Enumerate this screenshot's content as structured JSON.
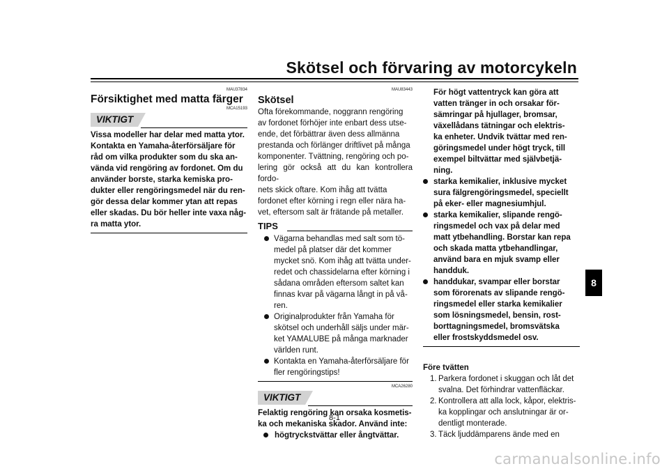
{
  "header": {
    "title": "Skötsel och förvaring av motorcykeln"
  },
  "chapter_tab": "8",
  "page_number": "8-1",
  "watermark": "carmanualsonline.info",
  "col1": {
    "code1": "MAU37834",
    "heading": "Försiktighet med matta färger",
    "code2": "MCA15193",
    "vik_label": "VIKTIGT",
    "lines": [
      "Vissa modeller har delar med matta ytor.",
      "Kontakta en Yamaha-återförsäljare för",
      "råd om vilka produkter som du ska an-",
      "vända vid rengöring av fordonet. Om du",
      "använder borste, starka kemiska pro-",
      "dukter eller rengöringsmedel när du ren-",
      "gör dessa delar kommer ytan att repas",
      "eller skadas. Du bör heller inte vaxa någ-",
      "ra matta ytor."
    ]
  },
  "col2": {
    "code1": "MAU83443",
    "heading": "Skötsel",
    "para_lines": [
      "Ofta förekommande, noggrann rengöring",
      "av fordonet förhöjer inte enbart dess utse-",
      "ende, det förbättrar även dess allmänna",
      "prestanda och förlänger driftlivet på många",
      "komponenter. Tvättning, rengöring och po-",
      "lering gör också att du kan kontrollera fordo-",
      "nets skick oftare. Kom ihåg att tvätta",
      "fordonet efter körning i regn eller nära ha-",
      "vet, eftersom salt är frätande på metaller."
    ],
    "tips_label": "TIPS",
    "tips": [
      [
        "Vägarna behandlas med salt som tö-",
        "medel på platser där det kommer",
        "mycket snö. Kom ihåg att tvätta under-",
        "redet och chassidelarna efter körning i",
        "sådana områden eftersom saltet kan",
        "finnas kvar på vägarna långt in på vå-",
        "ren."
      ],
      [
        "Originalprodukter från Yamaha för",
        "skötsel och underhåll säljs under mär-",
        "ket YAMALUBE på många marknader",
        "världen runt."
      ],
      [
        "Kontakta en Yamaha-återförsäljare för",
        "fler rengöringstips!"
      ]
    ],
    "code2": "MCA26280",
    "vik_label": "VIKTIGT",
    "warn_lines": [
      "Felaktig rengöring kan orsaka kosmetis-",
      "ka och mekaniska skador. Använd inte:"
    ],
    "first_bullet": "högtryckstvättar eller ångtvättar."
  },
  "col3": {
    "cont_lines": [
      "För högt vattentryck kan göra att",
      "vatten tränger in och orsakar för-",
      "sämringar på hjullager, bromsar,",
      "växellådans tätningar och elektris-",
      "ka enheter. Undvik tvättar med ren-",
      "göringsmedel under högt tryck, till",
      "exempel biltvättar med självbetjä-",
      "ning."
    ],
    "bullets": [
      [
        "starka kemikalier, inklusive mycket",
        "sura fälgrengöringsmedel, speciellt",
        "på eker- eller magnesiumhjul."
      ],
      [
        "starka kemikalier, slipande rengö-",
        "ringsmedel och vax på delar med",
        "matt ytbehandling. Borstar kan repa",
        "och skada matta ytbehandlingar,",
        "använd bara en mjuk svamp eller",
        "handduk."
      ],
      [
        "handdukar, svampar eller borstar",
        "som förorenats av slipande rengö-",
        "ringsmedel eller starka kemikalier",
        "som lösningsmedel, bensin, rost-",
        "borttagningsmedel, bromsvätska",
        "eller frostskyddsmedel osv."
      ]
    ],
    "section_title": "Före tvätten",
    "steps": [
      {
        "num": "1.",
        "lines": [
          "Parkera fordonet i skuggan och låt det",
          "svalna. Det förhindrar vattenfläckar."
        ]
      },
      {
        "num": "2.",
        "lines": [
          "Kontrollera att alla lock, kåpor, elektris-",
          "ka kopplingar och anslutningar är or-",
          "dentligt monterade."
        ]
      },
      {
        "num": "3.",
        "lines": [
          "Täck ljuddämparens ände med en"
        ]
      }
    ]
  }
}
